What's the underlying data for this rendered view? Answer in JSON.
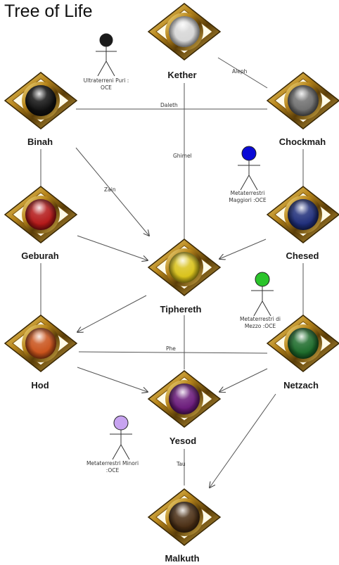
{
  "title": "Tree of Life",
  "nodes": {
    "kether": {
      "label": "Kether",
      "color": "#d6d6d6"
    },
    "chockmah": {
      "label": "Chockmah",
      "color": "#6f6f6f"
    },
    "binah": {
      "label": "Binah",
      "color": "#111111"
    },
    "chesed": {
      "label": "Chesed",
      "color": "#1f2e7a"
    },
    "geburah": {
      "label": "Geburah",
      "color": "#b31818"
    },
    "tiphereth": {
      "label": "Tiphereth",
      "color": "#d9c21a"
    },
    "netzach": {
      "label": "Netzach",
      "color": "#1c6b2a"
    },
    "hod": {
      "label": "Hod",
      "color": "#c9521a"
    },
    "yesod": {
      "label": "Yesod",
      "color": "#6a1a7a"
    },
    "malkuth": {
      "label": "Malkuth",
      "color": "#4a2e14"
    }
  },
  "paths": {
    "aleph": "Aleph",
    "daleth": "Daleth",
    "ghimel": "Ghimel",
    "zain": "Zain",
    "phe": "Phe",
    "tau": "Tau"
  },
  "actors": [
    {
      "id": "ultra",
      "line1": "Ultraterreni Puri :",
      "line2": "OCE",
      "color": "#1a1a1a"
    },
    {
      "id": "maggi",
      "line1": "Metaterrestri",
      "line2": "Maggiori :OCE",
      "color": "#0a0ad6"
    },
    {
      "id": "mezzo",
      "line1": "Metaterrestri di",
      "line2": "Mezzo :OCE",
      "color": "#2bc42b"
    },
    {
      "id": "minori",
      "line1": "Metaterrestri Minori",
      "line2": ":OCE",
      "color": "#c7a3f0"
    }
  ]
}
